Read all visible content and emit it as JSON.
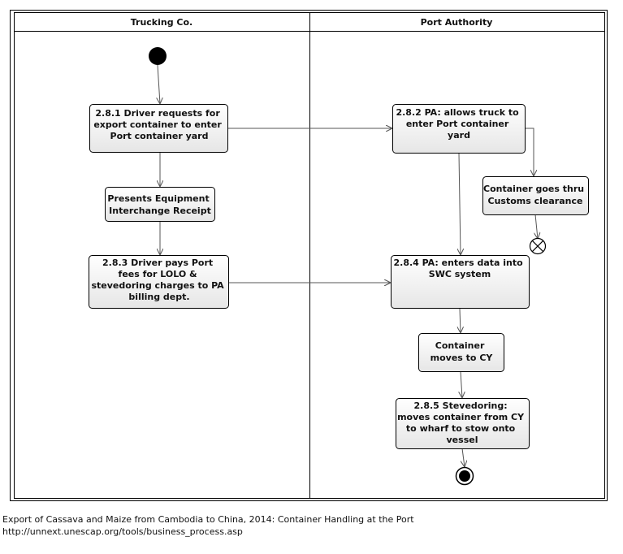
{
  "lanes": {
    "left": "Trucking Co.",
    "right": "Port Authority"
  },
  "nodes": {
    "n281": [
      "2.8.1 Driver requests for",
      "export container to enter",
      "Port container yard"
    ],
    "eir": [
      "Presents Equipment",
      "Interchange Receipt"
    ],
    "n283": [
      "2.8.3 Driver pays Port",
      "fees for LOLO &",
      "stevedoring charges to PA",
      "billing dept."
    ],
    "n282": [
      "2.8.2 PA: allows truck to",
      "enter Port container",
      "yard"
    ],
    "customs": [
      "Container goes thru",
      "Customs clearance"
    ],
    "n284": [
      "2.8.4 PA: enters data into",
      "SWC system"
    ],
    "cy": [
      "Container",
      "moves to CY"
    ],
    "n285": [
      "2.8.5 Stevedoring:",
      "moves container from CY",
      "to wharf to stow onto",
      "vessel"
    ]
  },
  "caption": {
    "line1": "Export of Cassava and Maize from Cambodia to China, 2014: Container Handling at the Port",
    "line2": "http://unnext.unescap.org/tools/business_process.asp"
  }
}
